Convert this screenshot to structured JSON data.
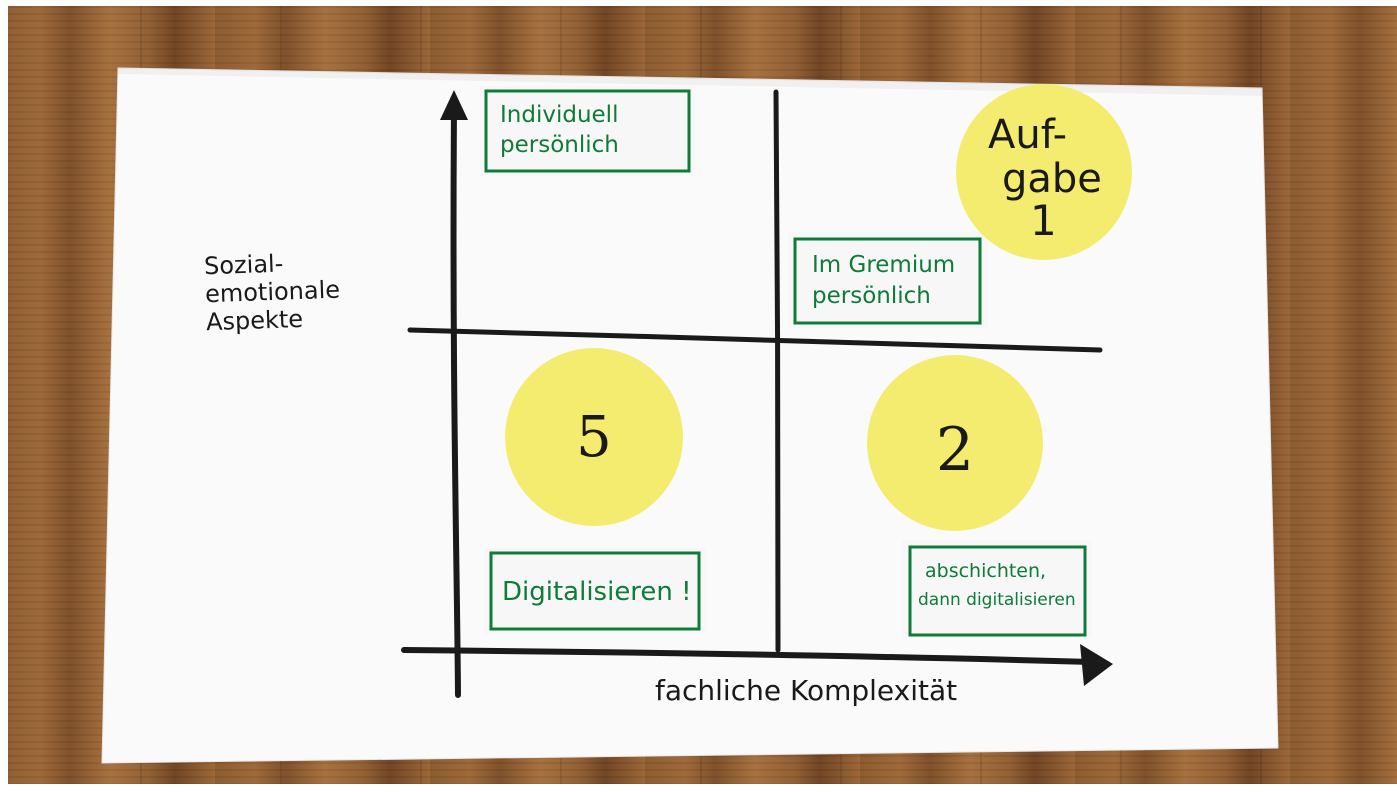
{
  "poster": {
    "y_axis_label": [
      "Sozial-",
      "emotionale",
      "Aspekte"
    ],
    "x_axis_label": "fachliche Komplexität",
    "cards": {
      "top_left": [
        "Individuell",
        "persönlich"
      ],
      "top_right": [
        "Im Gremium",
        "persönlich"
      ],
      "bottom_left": [
        "Digitalisieren !"
      ],
      "bottom_right": [
        "abschichten,",
        "dann digitalisieren"
      ]
    },
    "circles": {
      "task": [
        "Auf-",
        "gabe",
        "1"
      ],
      "bottom_left_number": "5",
      "bottom_right_number": "2"
    }
  },
  "colors": {
    "marker_green": "#0f7a3a",
    "marker_black": "#1a1a1a",
    "circle_yellow": "#f4ec6e",
    "paper": "#fafafa"
  }
}
